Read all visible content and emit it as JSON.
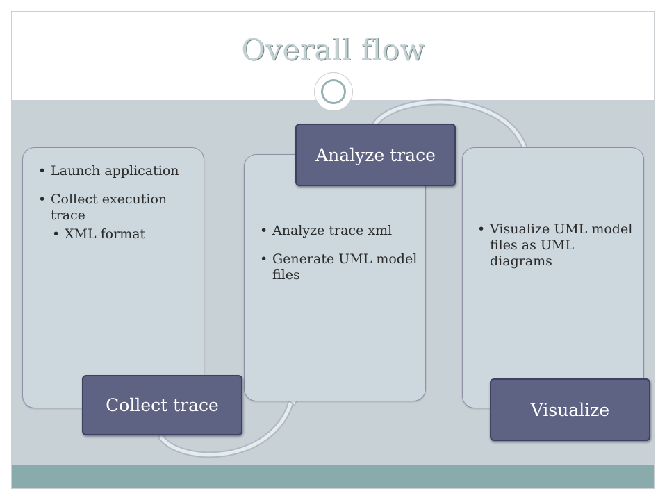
{
  "title": "Overall flow",
  "steps": [
    {
      "label": "Collect trace",
      "bullets": [
        {
          "text": "Launch application",
          "level": 1
        },
        {
          "text": "Collect execution trace",
          "level": 1
        },
        {
          "text": "XML format",
          "level": 2
        }
      ]
    },
    {
      "label": "Analyze trace",
      "bullets": [
        {
          "text": "Analyze trace xml",
          "level": 1
        },
        {
          "text": "Generate UML model files",
          "level": 1
        }
      ]
    },
    {
      "label": "Visualize",
      "bullets": [
        {
          "text": "Visualize UML model files as UML diagrams",
          "level": 1
        }
      ]
    }
  ],
  "colors": {
    "label_fill": "#5e6283",
    "panel_fill": "#cdd8de",
    "body_background": "#c8d1d6",
    "footer_band": "#8aabab",
    "title_text": "#c3d0d2"
  }
}
